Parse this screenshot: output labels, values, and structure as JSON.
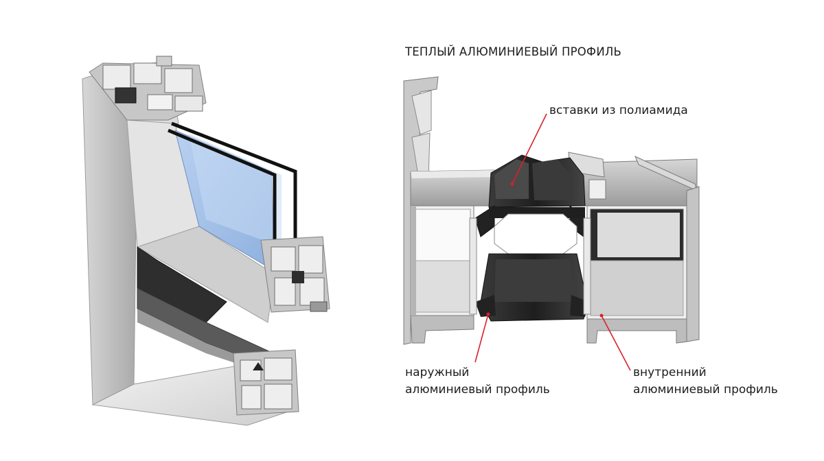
{
  "diagram": {
    "title": "ТЕПЛЫЙ АЛЮМИНИЕВЫЙ ПРОФИЛЬ",
    "labels": {
      "polyamide": "вставки из полиамида",
      "outer_line1": "наружный",
      "outer_line2": "алюминиевый профиль",
      "inner_line1": "внутренний",
      "inner_line2": "алюминиевый профиль"
    },
    "colors": {
      "aluminium_light": "#e9e9e9",
      "aluminium_mid": "#bdbdbd",
      "aluminium_dark": "#8c8c8c",
      "polyamide": "#2b2b2b",
      "glass": "#a9c4e8",
      "leader_line": "#d9202a"
    }
  }
}
